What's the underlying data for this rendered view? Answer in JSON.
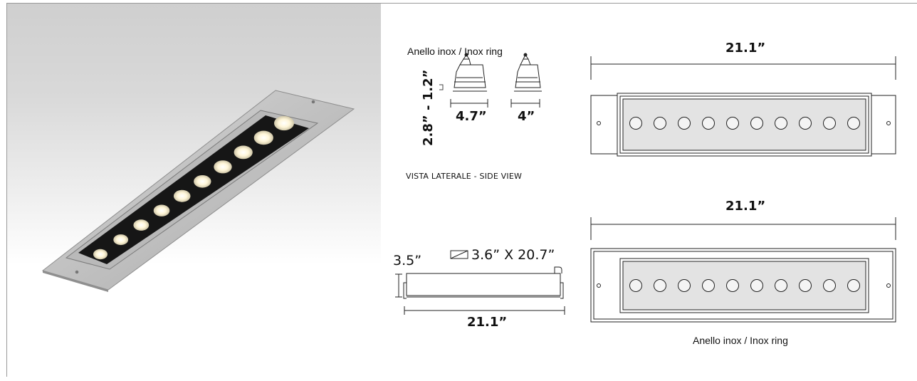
{
  "labels": {
    "ring_top": "Anello inox / Inox ring",
    "ring_bottom": "Anello inox / Inox ring",
    "side_view": "VISTA LATERALE - SIDE VIEW",
    "height_range": "2.8” - 1.2”",
    "width_a": "4.7”",
    "width_b": "4”",
    "length_top": "21.1”",
    "length_mid": "21.1”",
    "length_side": "21.1”",
    "height_side": "3.5”",
    "cutout_size": "3.6” X  20.7”"
  },
  "led_count_per_view": 10,
  "colors": {
    "frame": "#9a9a9a",
    "housing_black": "#1a1a1a",
    "led_glow": "#fff6d8",
    "aluminum": "#c7c7c7"
  }
}
